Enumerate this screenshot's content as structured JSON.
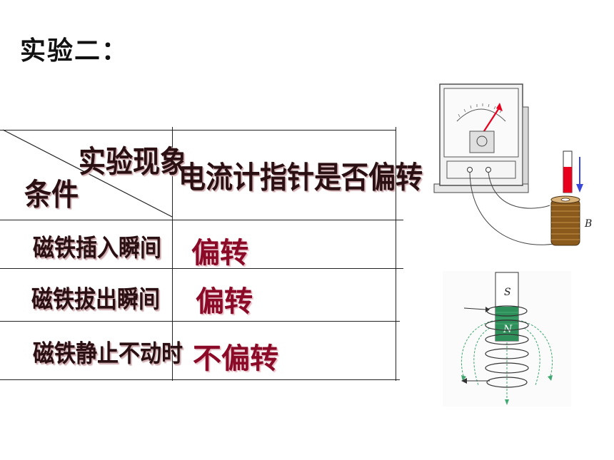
{
  "title": "实验二：",
  "table": {
    "corner_top": "实验现象",
    "corner_bottom": "条件",
    "header_right": "电流计指针是否偏转",
    "rows": [
      {
        "condition": "磁铁插入瞬间",
        "result": "偏转"
      },
      {
        "condition": "磁铁拔出瞬间",
        "result": "偏转"
      },
      {
        "condition": "磁铁静止不动时",
        "result": "不偏转"
      }
    ]
  },
  "figure_galvanometer": {
    "coil_label": "B"
  },
  "figure_magnet": {
    "pole_top": "S",
    "pole_bottom": "N"
  },
  "colors": {
    "result_text": "#8b0a28",
    "magnet_red": "#e8001c",
    "arrow_blue": "#3b47d6",
    "coil_brown": "#8a5a1c",
    "magnet_green": "#2e8f5a"
  }
}
